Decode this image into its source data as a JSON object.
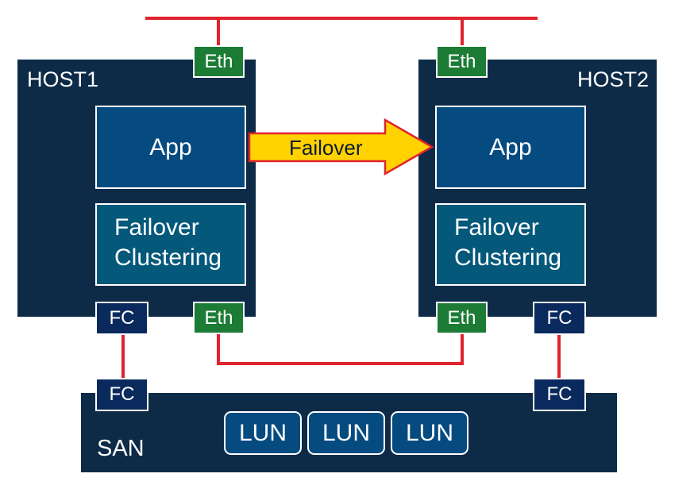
{
  "host1": {
    "title": "HOST1",
    "app_label": "App",
    "cluster_line1": "Failover",
    "cluster_line2": "Clustering",
    "eth_top": "Eth",
    "eth_bottom": "Eth",
    "fc": "FC"
  },
  "host2": {
    "title": "HOST2",
    "app_label": "App",
    "cluster_line1": "Failover",
    "cluster_line2": "Clustering",
    "eth_top": "Eth",
    "eth_bottom": "Eth",
    "fc": "FC"
  },
  "failover_arrow": {
    "label": "Failover"
  },
  "san": {
    "label": "SAN",
    "fc_left": "FC",
    "fc_right": "FC",
    "luns": [
      "LUN",
      "LUN",
      "LUN"
    ]
  },
  "colors": {
    "host_bg": "#0d2b47",
    "app_bg": "#064b80",
    "cluster_bg": "#04587a",
    "eth_bg": "#1c7b34",
    "fc_bg": "#0a2a5e",
    "link_red": "#e0232e",
    "arrow_fill": "#ffd200",
    "arrow_stroke": "#e0232e"
  }
}
